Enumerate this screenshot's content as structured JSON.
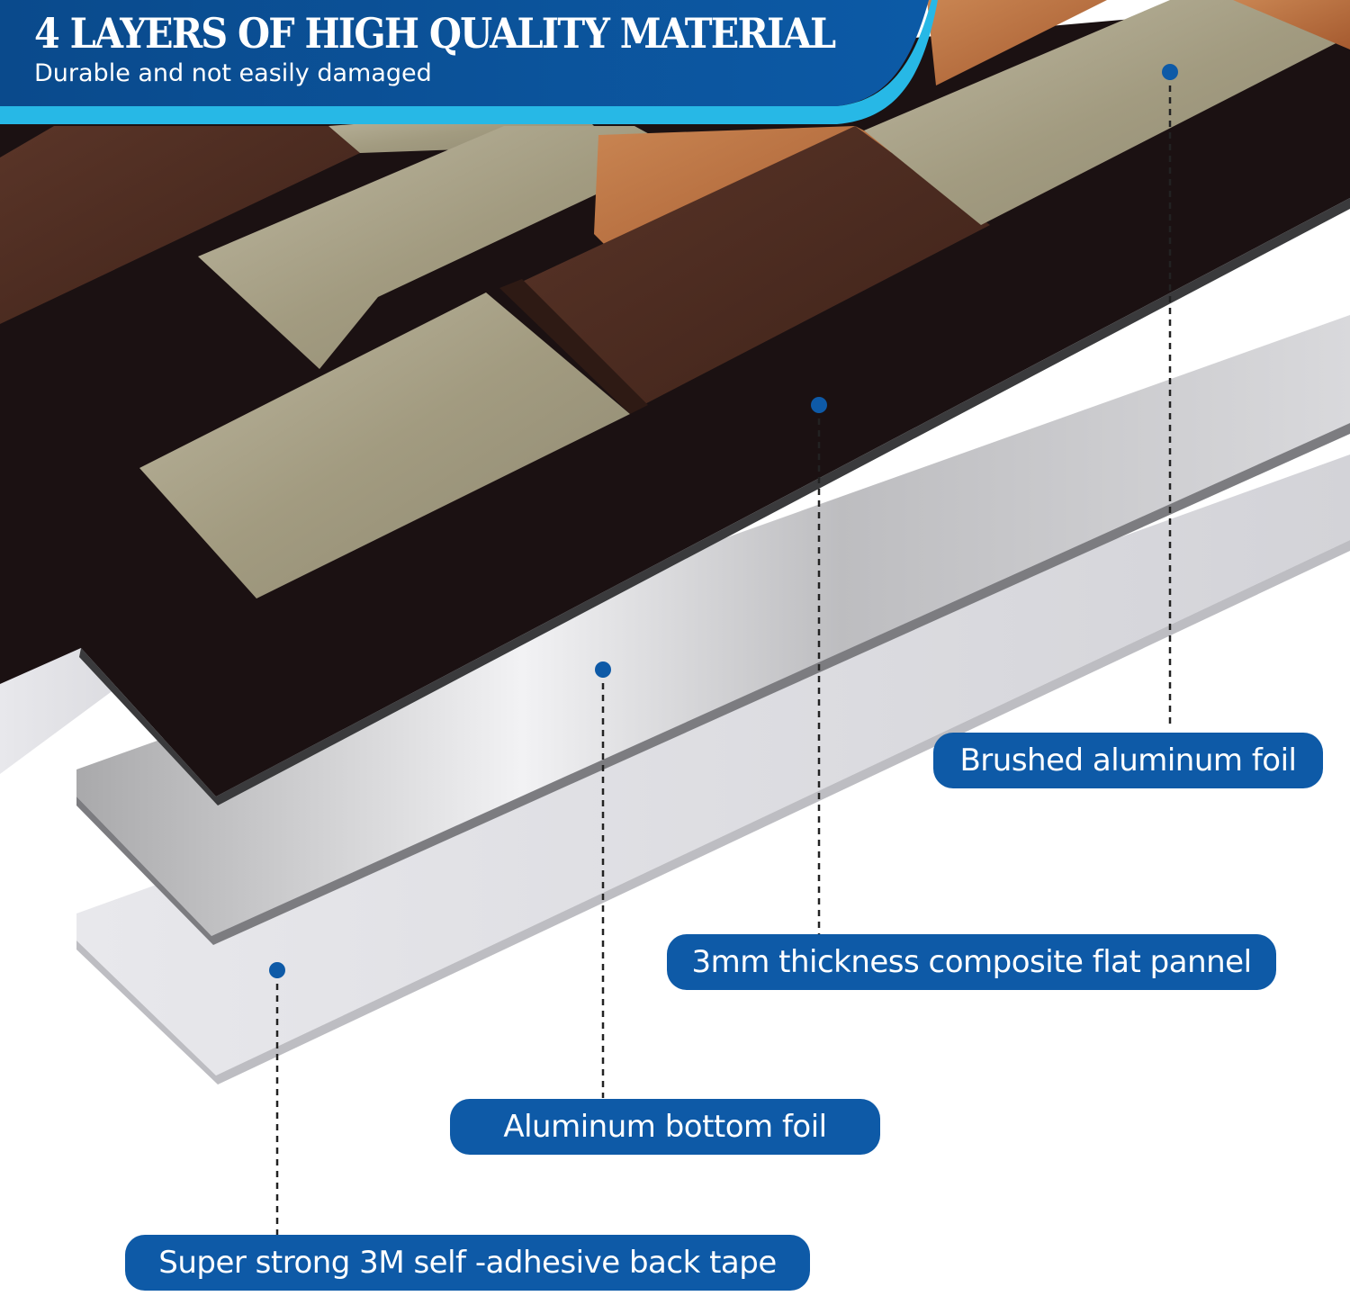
{
  "header": {
    "title": "4 LAYERS OF HIGH QUALITY MATERIAL",
    "subtitle": "Durable and not easily damaged"
  },
  "callouts": [
    {
      "label": "Brushed aluminum foil"
    },
    {
      "label": "3mm thickness composite flat pannel"
    },
    {
      "label": "Aluminum bottom foil"
    },
    {
      "label": "Super strong 3M self -adhesive back tape"
    }
  ],
  "colors": {
    "banner_blue": "#0b4f95",
    "banner_accent": "#27b8e6",
    "label_blue": "#0e5aa7",
    "tile_gold": "#a59e85",
    "tile_brown": "#4a2a1e",
    "tile_copper": "#b66a3c",
    "panel_black": "#1b1112",
    "foil_silver": "#c9c9cb",
    "tape_white": "#dcdce0"
  }
}
